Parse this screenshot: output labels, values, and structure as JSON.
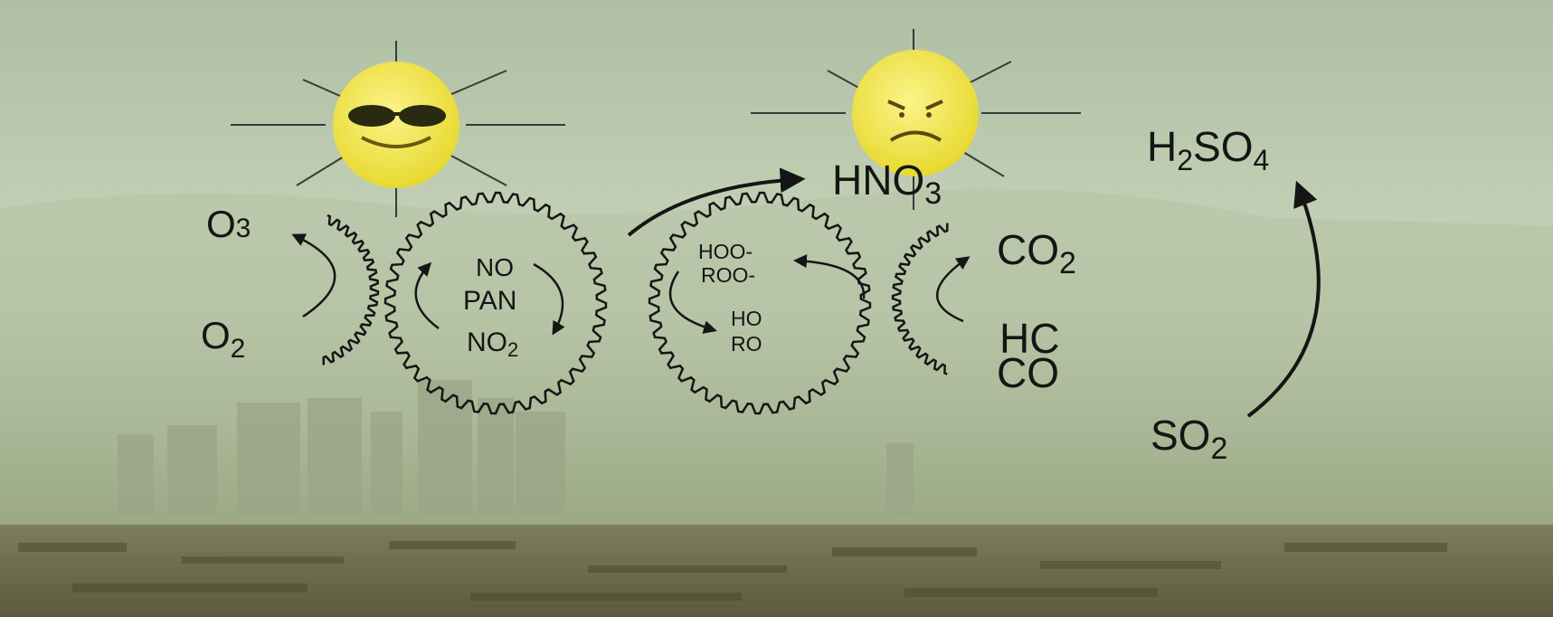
{
  "labels": {
    "o3": {
      "main": "O",
      "sub": "3"
    },
    "o2": {
      "main": "O",
      "sub": "2"
    },
    "no": "NO",
    "pan": "PAN",
    "no2": {
      "main": "NO",
      "sub": "2"
    },
    "hoo": "HOO-",
    "roo": "ROO-",
    "ho": "HO",
    "ro": "RO",
    "co2": {
      "main": "CO",
      "sub": "2"
    },
    "hc": "HC",
    "co": "CO",
    "hno3": {
      "main": "HNO",
      "sub": "3"
    },
    "h2so4": {
      "p1": "H",
      "s1": "2",
      "p2": "SO",
      "s2": "4"
    },
    "so2": {
      "main": "SO",
      "sub": "2"
    }
  },
  "colors": {
    "sky": "#b9c9ad",
    "haze": "#a8b79a",
    "ground": "#6b6a4a",
    "sun": "#f2e64a",
    "ink": "#151515"
  }
}
